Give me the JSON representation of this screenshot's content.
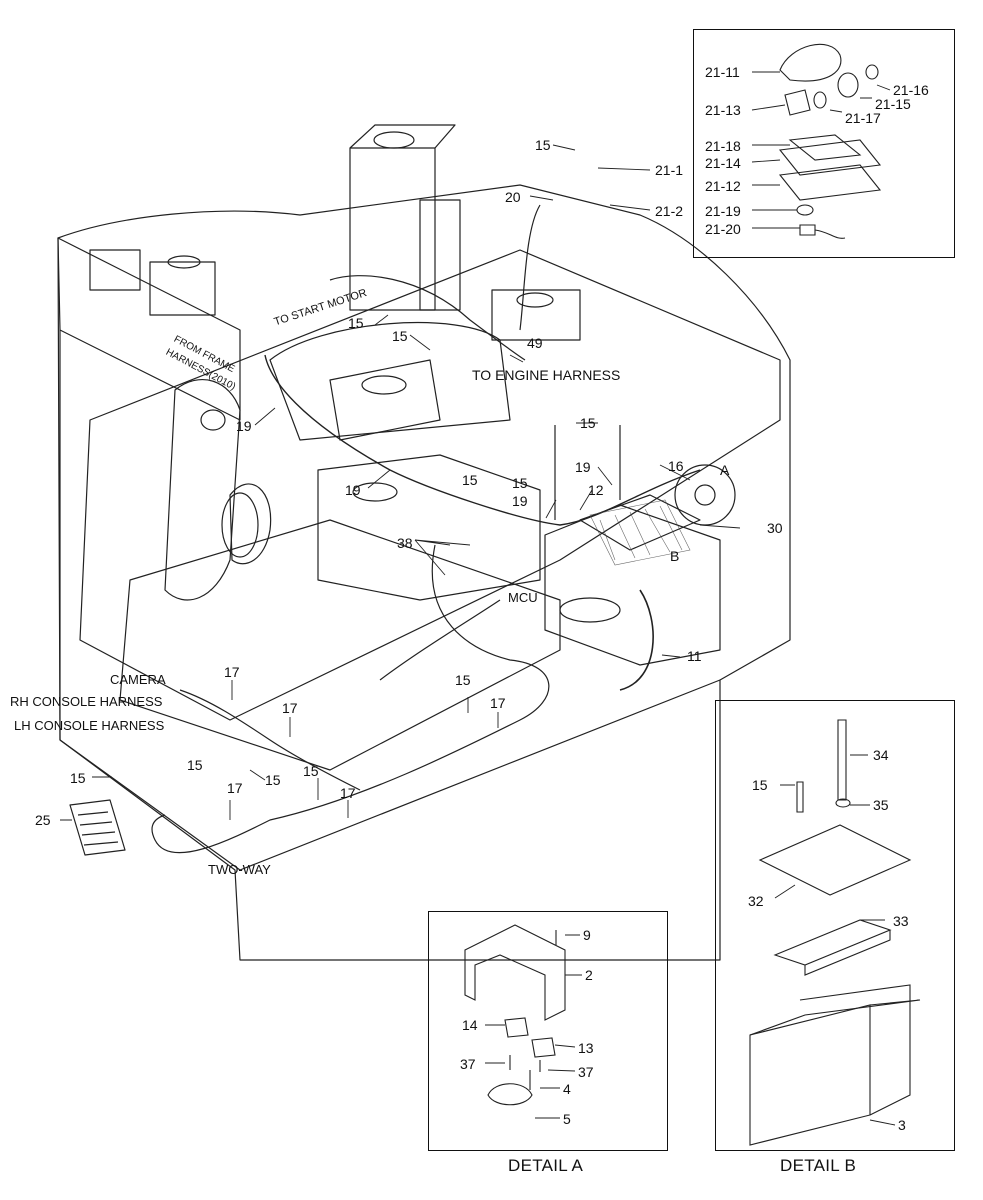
{
  "detail_captions": {
    "a": "DETAIL A",
    "b": "DETAIL B"
  },
  "callouts": {
    "inset": [
      "21-11",
      "21-16",
      "21-15",
      "21-13",
      "21-17",
      "21-18",
      "21-14",
      "21-12",
      "21-19",
      "21-20"
    ],
    "main_top": [
      "15",
      "21-1",
      "20",
      "21-2",
      "15",
      "15",
      "49",
      "19",
      "15",
      "19",
      "16",
      "A",
      "15",
      "15",
      "19",
      "12",
      "19",
      "30",
      "38",
      "B",
      "11"
    ],
    "main_left": [
      "17",
      "17",
      "15",
      "15",
      "17",
      "15",
      "17",
      "15",
      "17",
      "25",
      "15"
    ],
    "detail_a": [
      "9",
      "2",
      "14",
      "13",
      "37",
      "37",
      "4",
      "5"
    ],
    "detail_b": [
      "34",
      "15",
      "35",
      "32",
      "33",
      "3"
    ]
  },
  "notes": {
    "to_start_motor": "TO START MOTOR",
    "from_frame_1": "FROM FRAME",
    "from_frame_2": "HARNESS(2010)",
    "to_engine_harness": "TO ENGINE HARNESS",
    "mcu": "MCU",
    "camera": "CAMERA",
    "rh_console": "RH CONSOLE HARNESS",
    "lh_console": "LH CONSOLE HARNESS",
    "two_way": "TWO-WAY"
  }
}
